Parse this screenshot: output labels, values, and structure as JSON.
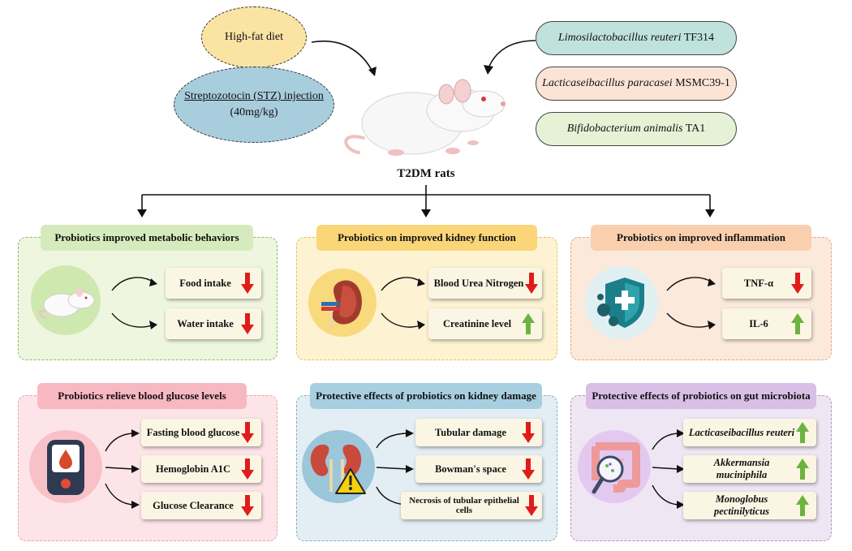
{
  "top": {
    "high_fat": "High-fat diet",
    "stz_line1": "Streptozotocin (STZ) injection",
    "stz_line2": "(40mg/kg)",
    "strains": [
      {
        "italic": "Limosilactobacillus reuteri",
        "suffix": " TF314"
      },
      {
        "italic": "Lacticaseibacillus paracasei",
        "suffix": " MSMC39-1"
      },
      {
        "italic": "Bifidobacterium animalis",
        "suffix": " TA1"
      }
    ],
    "model": "T2DM rats"
  },
  "panels": {
    "metabolic": {
      "title": "Probiotics improved metabolic behaviors",
      "items": [
        {
          "label": "Food intake",
          "dir": "down"
        },
        {
          "label": "Water intake",
          "dir": "down"
        }
      ]
    },
    "kidney_function": {
      "title": "Probiotics on improved kidney function",
      "items": [
        {
          "label": "Blood Urea Nitrogen",
          "dir": "down"
        },
        {
          "label": "Creatinine level",
          "dir": "up"
        }
      ]
    },
    "inflammation": {
      "title": "Probiotics on improved inflammation",
      "items": [
        {
          "label": "TNF-α",
          "dir": "down"
        },
        {
          "label": "IL-6",
          "dir": "up"
        }
      ]
    },
    "glucose": {
      "title": "Probiotics relieve blood glucose levels",
      "items": [
        {
          "label": "Fasting blood glucose",
          "dir": "down"
        },
        {
          "label": "Hemoglobin A1C",
          "dir": "down"
        },
        {
          "label": "Glucose Clearance",
          "dir": "down"
        }
      ]
    },
    "kidney_damage": {
      "title": "Protective effects of probiotics on kidney damage",
      "items": [
        {
          "label": "Tubular damage",
          "dir": "down"
        },
        {
          "label": "Bowman's space",
          "dir": "down"
        },
        {
          "label": "Necrosis of tubular epithelial cells",
          "dir": "down"
        }
      ]
    },
    "gut": {
      "title": "Protective effects of probiotics on gut microbiota",
      "items": [
        {
          "label": "Lacticaseibacillus reuteri",
          "dir": "up"
        },
        {
          "label": "Akkermansia muciniphila",
          "dir": "up"
        },
        {
          "label": "Monoglobus pectinilyticus",
          "dir": "up"
        }
      ]
    }
  },
  "colors": {
    "down_arrow": "#e01b1b",
    "up_arrow": "#6cb33f",
    "green_panel": "#eef6e0",
    "yellow_panel": "#fdf3d3",
    "orange_panel": "#fbe9dc",
    "pink_panel": "#fde4e8",
    "blue_panel": "#e3eef4",
    "purple_panel": "#efe6f4"
  },
  "icons": [
    "rat-icon",
    "kidney-icon",
    "shield-virus-icon",
    "glucometer-icon",
    "kidney-warning-icon",
    "intestine-magnifier-icon"
  ]
}
